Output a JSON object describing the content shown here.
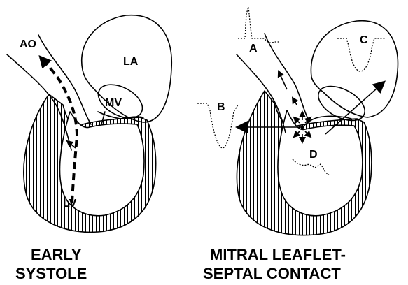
{
  "left_panel": {
    "labels": {
      "ao": "AO",
      "la": "LA",
      "mv": "MV",
      "lv": "LV"
    },
    "caption": {
      "line1": "EARLY",
      "line2": "SYSTOLE"
    }
  },
  "right_panel": {
    "labels": {
      "a": "A",
      "b": "B",
      "c": "C",
      "d": "D"
    },
    "caption": {
      "line1": "MITRAL LEAFLET-",
      "line2": "SEPTAL CONTACT"
    }
  },
  "colors": {
    "ink": "#000000",
    "background": "#ffffff"
  }
}
